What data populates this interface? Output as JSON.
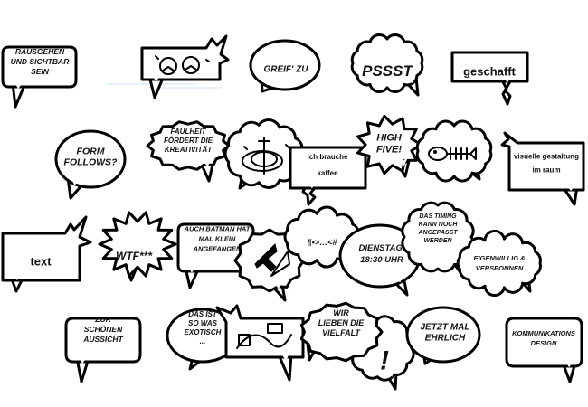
{
  "bubbles": [
    {
      "id": "rausgehen",
      "lines": [
        "RAUSGEHEN",
        "UND SICHTBAR",
        "SEIN"
      ]
    },
    {
      "id": "boxing",
      "icon": "boxing-gloves-icon"
    },
    {
      "id": "greif",
      "lines": [
        "GREIF' ZU"
      ]
    },
    {
      "id": "pssst",
      "lines": [
        "PSSST"
      ]
    },
    {
      "id": "geschafft",
      "lines": [
        "geschafft"
      ]
    },
    {
      "id": "form",
      "lines": [
        "FORM",
        "FOLLOWS?"
      ]
    },
    {
      "id": "faulheit",
      "lines": [
        "FAULHEIT",
        "FÖRDERT DIE",
        "KREATIVITÄT"
      ]
    },
    {
      "id": "scribble",
      "icon": "scribble-globe-icon"
    },
    {
      "id": "kaffee",
      "lines": [
        "ich brauche",
        "kaffee"
      ]
    },
    {
      "id": "highfive",
      "lines": [
        "HIGH",
        "FIVE!"
      ]
    },
    {
      "id": "fish",
      "icon": "fish-bone-icon"
    },
    {
      "id": "visuelle",
      "lines": [
        "visuelle gestaltung",
        "im raum"
      ]
    },
    {
      "id": "text",
      "lines": [
        "text"
      ]
    },
    {
      "id": "wtf",
      "lines": [
        "WTF***"
      ]
    },
    {
      "id": "batman",
      "lines": [
        "AUCH BATMAN HAT",
        "MAL KLEIN",
        "ANGEFANGEN"
      ]
    },
    {
      "id": "cursor",
      "icon": "cursor-icon"
    },
    {
      "id": "symbols",
      "lines": [
        "¶•>…<#"
      ]
    },
    {
      "id": "dienstag",
      "lines": [
        "DIENSTAG,",
        "18:30 UHR"
      ]
    },
    {
      "id": "timing",
      "lines": [
        "DAS TIMING",
        "KANN NOCH",
        "ANGEPASST",
        "WERDEN"
      ]
    },
    {
      "id": "eigenwillig",
      "lines": [
        "EIGENWILLIG &",
        "VERSPONNEN"
      ]
    },
    {
      "id": "aussicht",
      "lines": [
        "ZUR",
        "SCHÖNEN",
        "AUSSICHT"
      ]
    },
    {
      "id": "exotisch",
      "lines": [
        "DAS IST",
        "SO WAS",
        "EXOTISCH",
        "..."
      ]
    },
    {
      "id": "buildings",
      "icon": "buildings-icon"
    },
    {
      "id": "vielfalt",
      "lines": [
        "WIR",
        "LIEBEN DIE",
        "VIELFALT"
      ]
    },
    {
      "id": "ausruf",
      "lines": [
        "!"
      ]
    },
    {
      "id": "ehrlich",
      "lines": [
        "JETZT MAL",
        "EHRLICH"
      ]
    },
    {
      "id": "kommunikation",
      "lines": [
        "KOMMUNIKATIONS",
        "DESIGN"
      ]
    }
  ]
}
